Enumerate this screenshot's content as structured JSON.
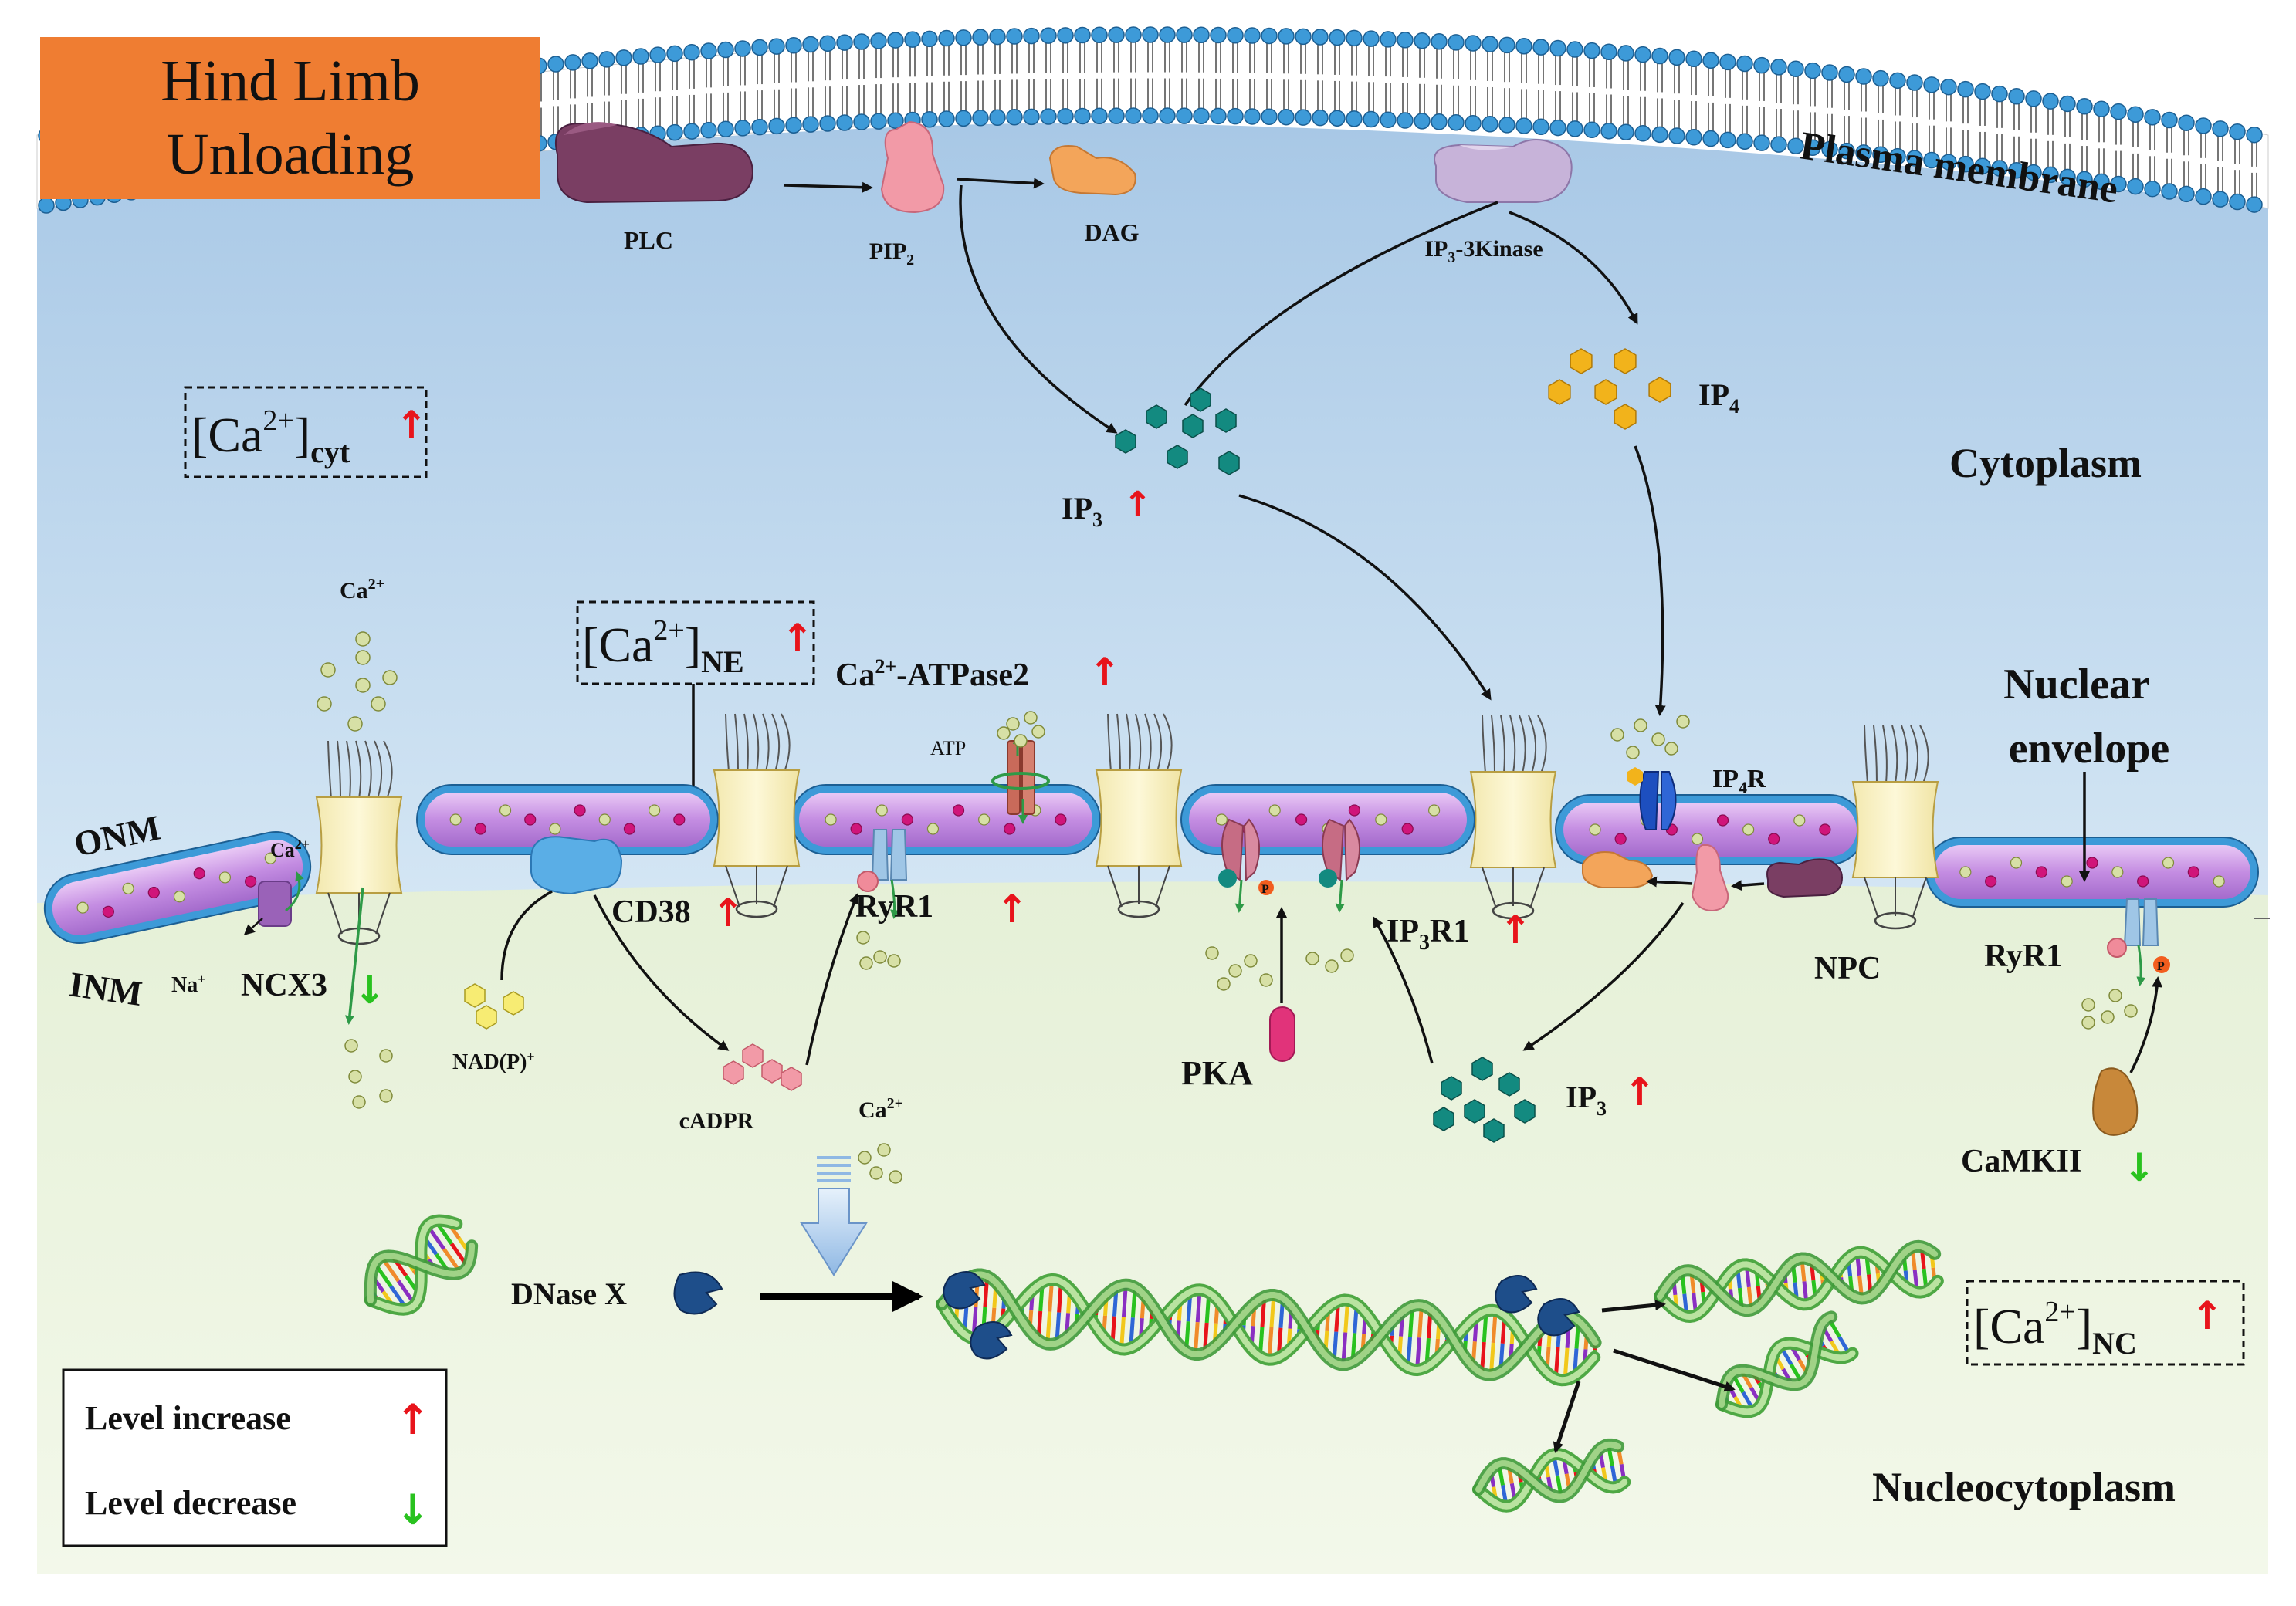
{
  "title_box": {
    "line1": "Hind Limb",
    "line2": "Unloading",
    "color": "#ef7d32"
  },
  "regions": {
    "plasma_membrane": "Plasma membrane",
    "cytoplasm": "Cytoplasm",
    "nuclear_envelope_1": "Nuclear",
    "nuclear_envelope_2": "envelope",
    "nucleocytoplasm": "Nucleocytoplasm",
    "onm": "ONM",
    "inm": "INM"
  },
  "ca_levels": {
    "cyt": {
      "base": "[Ca",
      "sup": "2+",
      "close": "]",
      "sub": "cyt"
    },
    "ne": {
      "base": "[Ca",
      "sup": "2+",
      "close": "]",
      "sub": "NE"
    },
    "nc": {
      "base": "[Ca",
      "sup": "2+",
      "close": "]",
      "sub": "NC"
    }
  },
  "molecules": {
    "plc": "PLC",
    "pip2_base": "PIP",
    "pip2_sub": "2",
    "dag": "DAG",
    "ip33k_base": "IP",
    "ip33k_sub": "3",
    "ip33k_rest": "-3Kinase",
    "ip4_base": "IP",
    "ip4_sub": "4",
    "ip3_base": "IP",
    "ip3_sub": "3",
    "ca_base": "Ca",
    "ca_sup": "2+",
    "atpase_base": "Ca",
    "atpase_sup": "2+",
    "atpase_rest": "-ATPase2",
    "atp": "ATP",
    "cd38": "CD38",
    "ryr1": "RyR1",
    "ip3r1_base": "IP",
    "ip3r1_sub": "3",
    "ip3r1_rest": "R1",
    "ip4r_base": "IP",
    "ip4r_sub": "4",
    "ip4r_rest": "R",
    "ncx3": "NCX3",
    "na_base": "Na",
    "na_sup": "+",
    "nadp_base": "NAD(P)",
    "nadp_sup": "+",
    "cadpr": "cADPR",
    "pka": "PKA",
    "npc": "NPC",
    "camkii": "CaMKII",
    "dnase": "DNase X",
    "p": "P"
  },
  "legend": {
    "increase": "Level increase",
    "decrease": "Level decrease"
  },
  "arrows": {
    "up": "↑",
    "down": "↓"
  },
  "colors": {
    "up_arrow": "#e8141b",
    "down_arrow": "#29c21f",
    "cytoplasm_bg": "#c8dcef",
    "nucleoplasm_bg": "#eef5e2",
    "membrane_head": "#3d9ad8",
    "ip3": "#138a80",
    "ip4": "#f2b31b",
    "ca_ion": "#d7e0a6",
    "ne_lumen": "#c58fe0"
  }
}
